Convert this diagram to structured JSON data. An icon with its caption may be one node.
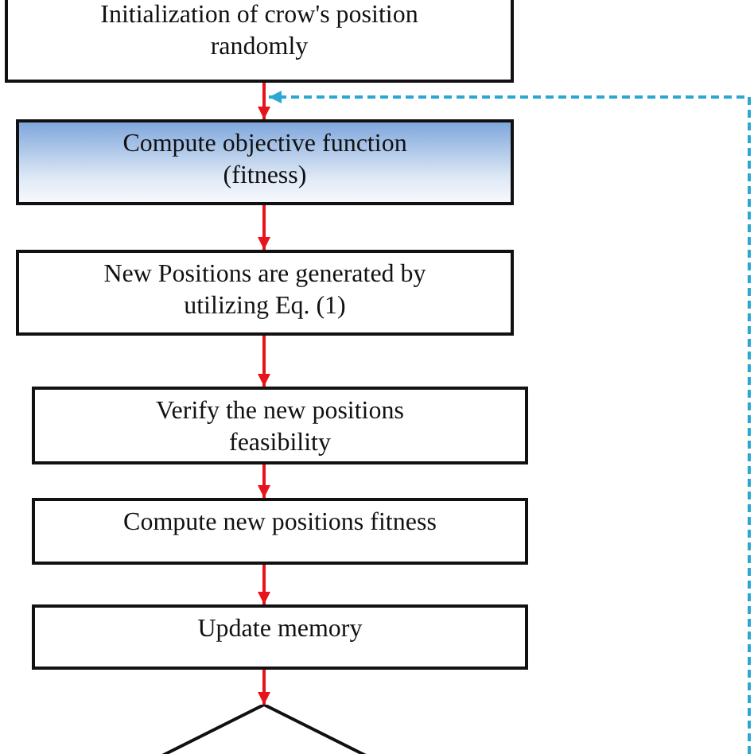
{
  "diagram": {
    "nodes": [
      {
        "text": [
          "Initialization of crow's position randomly"
        ]
      },
      {
        "text": [
          "Compute objective function (fitness)"
        ]
      },
      {
        "text": [
          "New Positions are generated by utilizing Eq. (1)"
        ]
      },
      {
        "text": [
          "Verify the new positions feasibility"
        ]
      },
      {
        "text": [
          "Compute new positions fitness"
        ]
      },
      {
        "text": [
          "Update memory"
        ]
      },
      {
        "text": [],
        "shape": "diamond"
      }
    ],
    "edges": [
      {
        "from": 0,
        "to": 1,
        "arrow": "to",
        "color": "#e8141b"
      },
      {
        "from": 1,
        "to": 2,
        "arrow": "to",
        "color": "#e8141b"
      },
      {
        "from": 2,
        "to": 3,
        "arrow": "to",
        "color": "#e8141b"
      },
      {
        "from": 3,
        "to": 4,
        "arrow": "to",
        "color": "#e8141b"
      },
      {
        "from": 4,
        "to": 5,
        "arrow": "to",
        "color": "#e8141b"
      },
      {
        "from": 5,
        "to": 6,
        "arrow": "to",
        "color": "#e8141b"
      },
      {
        "from": null,
        "to": 1,
        "arrow": "to",
        "style": "dashed",
        "color": "#2ba7d3"
      }
    ]
  }
}
